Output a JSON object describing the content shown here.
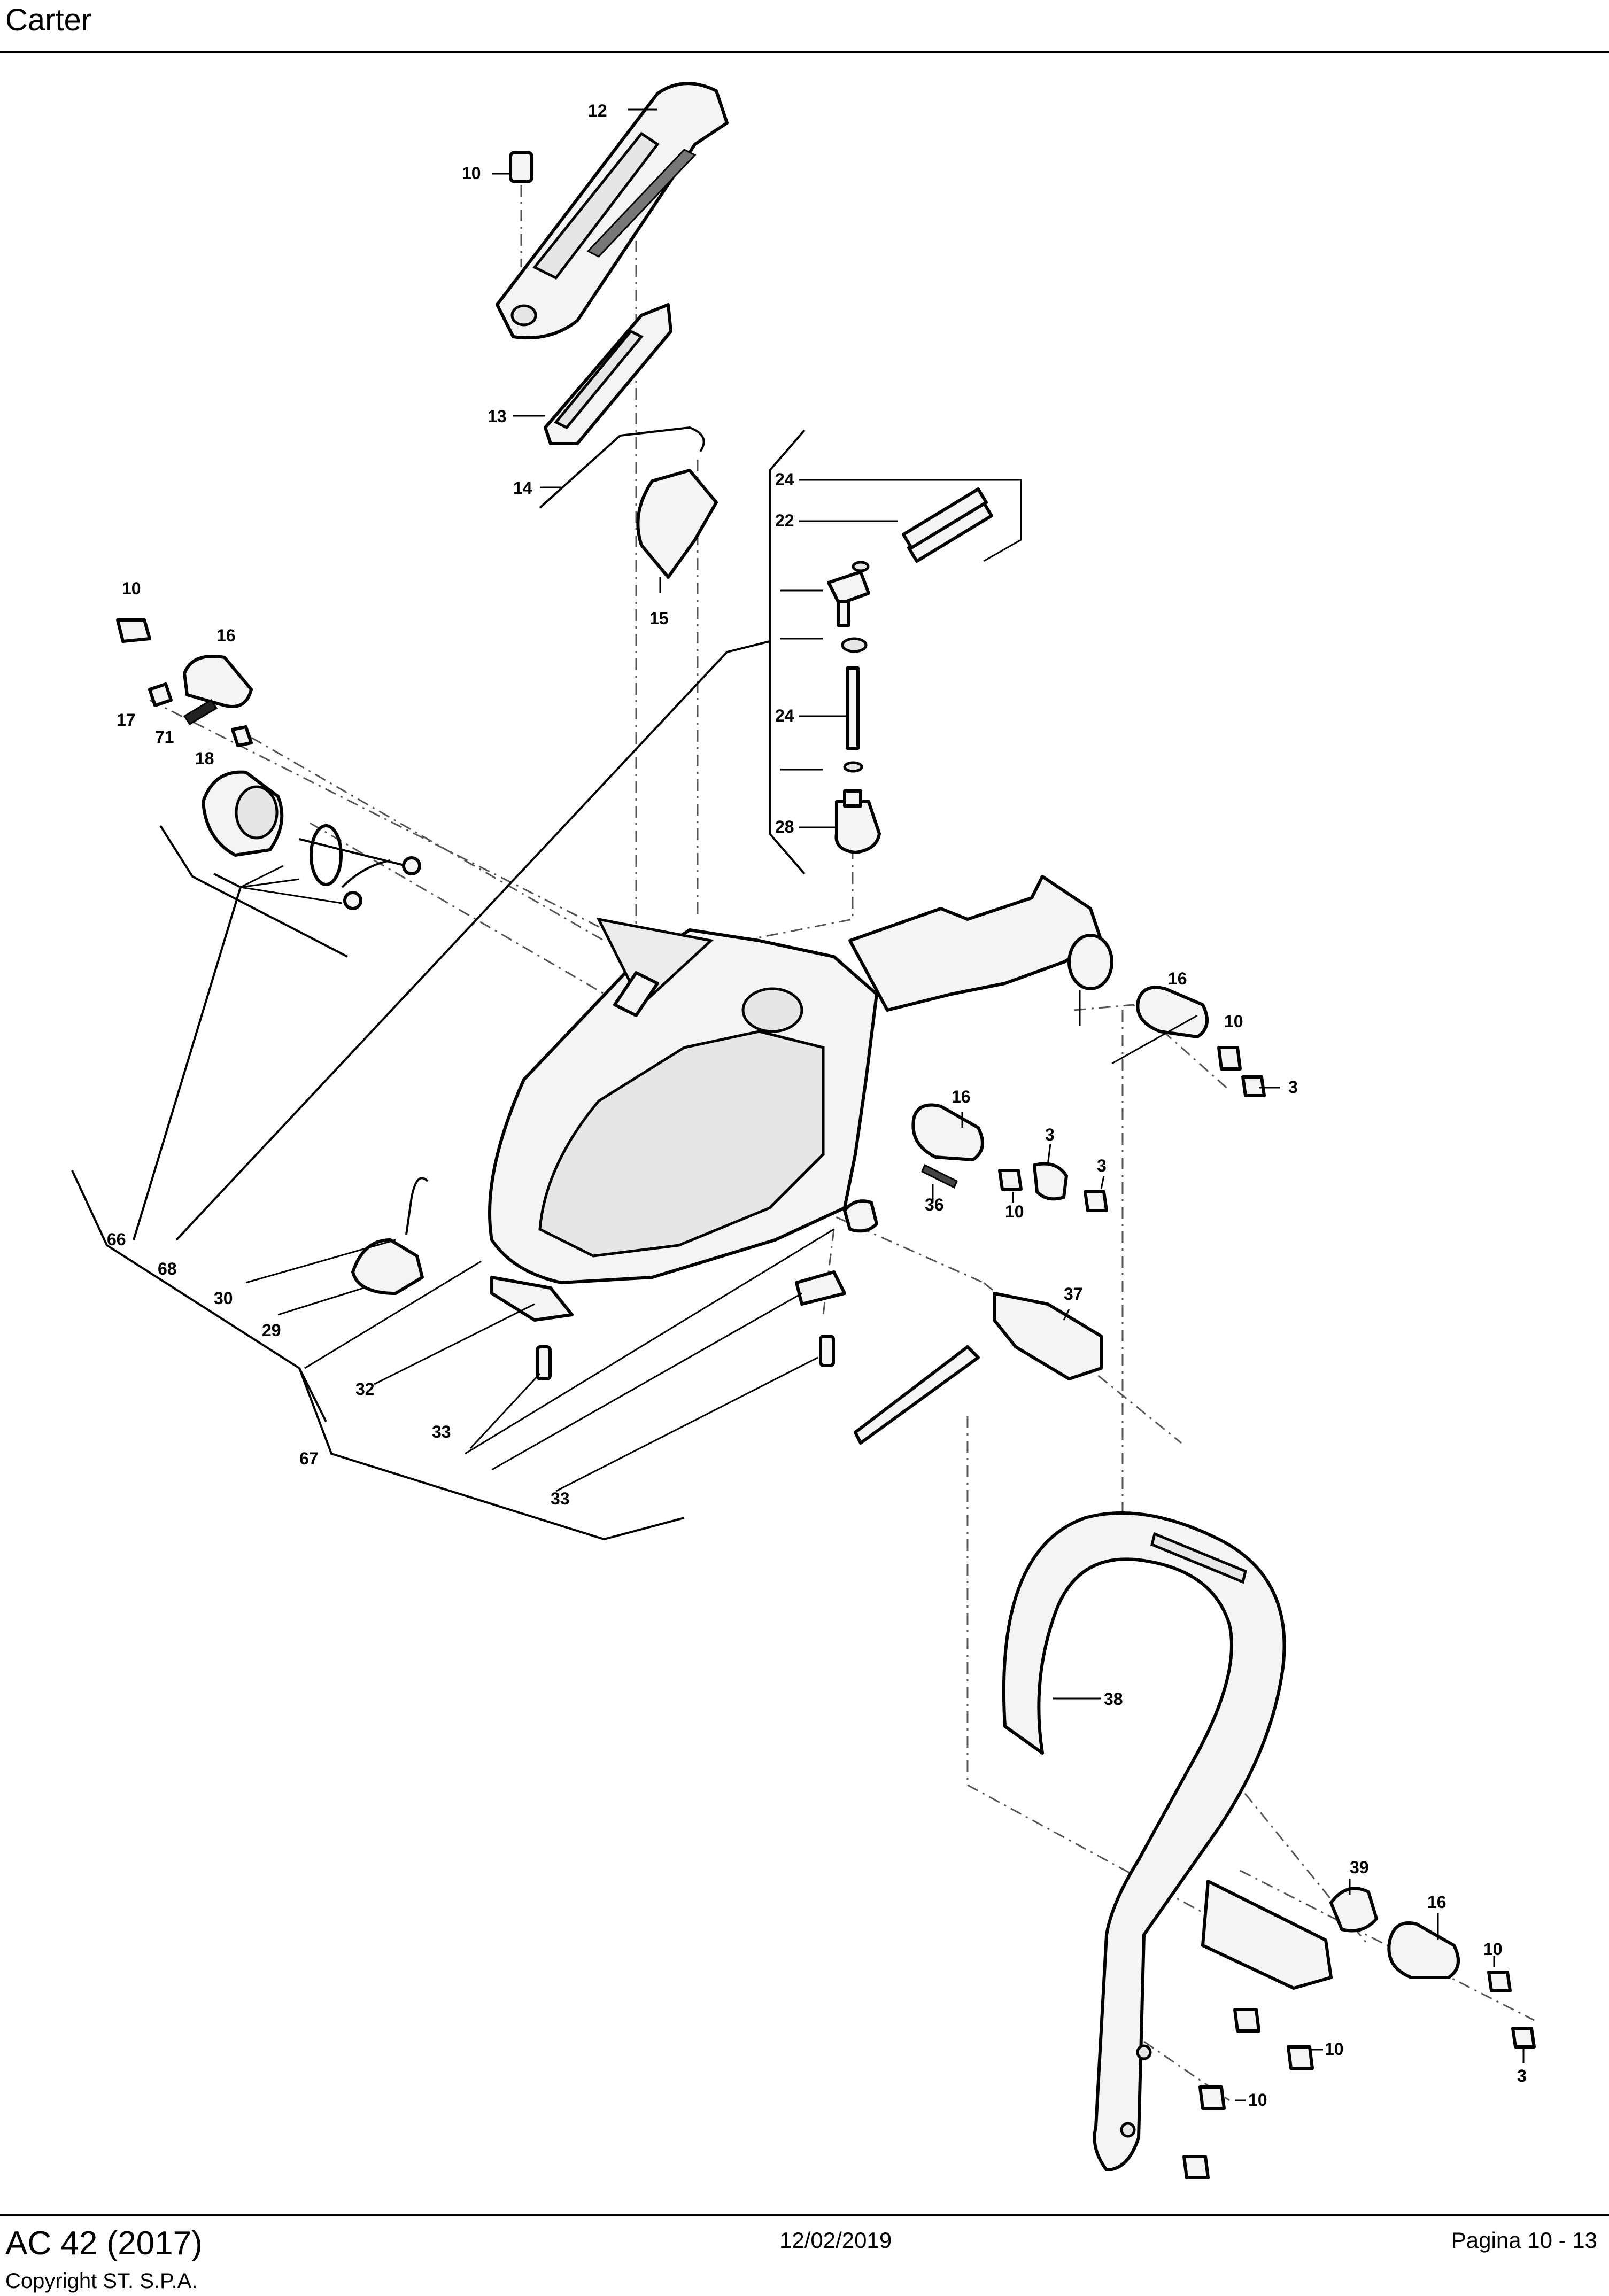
{
  "header": {
    "title": "Carter"
  },
  "footer": {
    "model": "AC 42 (2017)",
    "copyright": "Copyright ST. S.P.A.",
    "date": "12/02/2019",
    "page": "Pagina 10 - 13"
  },
  "callouts": {
    "c12": "12",
    "c10a": "10",
    "c13": "13",
    "c14": "14",
    "c15": "15",
    "c24a": "24",
    "c22": "22",
    "c24b": "24",
    "c28": "28",
    "c10b": "10",
    "c16a": "16",
    "c17": "17",
    "c71": "71",
    "c18": "18",
    "c16b": "16",
    "c10c": "10",
    "c3a": "3",
    "c16c": "16",
    "c3b": "3",
    "c3c": "3",
    "c36": "36",
    "c10d": "10",
    "c66": "66",
    "c68": "68",
    "c30": "30",
    "c29": "29",
    "c32": "32",
    "c33a": "33",
    "c67": "67",
    "c33b": "33",
    "c37": "37",
    "c38": "38",
    "c39": "39",
    "c16d": "16",
    "c10e": "10",
    "c3d": "3",
    "c10f": "10",
    "c10g": "10"
  }
}
